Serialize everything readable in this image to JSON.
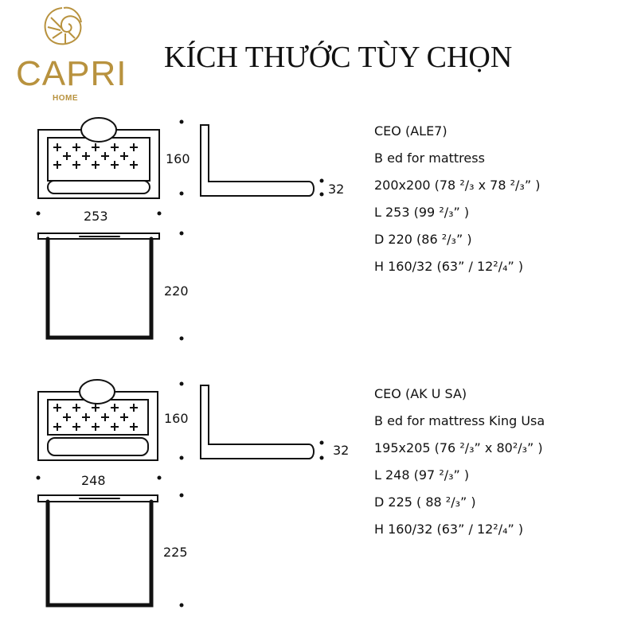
{
  "brand": {
    "name": "CAPRI",
    "sub": "HOME",
    "color": "#b8923e"
  },
  "title": "KÍCH THƯỚC TÙY CHỌN",
  "models": [
    {
      "dims": {
        "height": "160",
        "thickness": "32",
        "width": "253",
        "depth": "220"
      },
      "spec_lines": [
        "CEO (ALE7)",
        "B ed for mattress",
        "200x200     (78 ²/₃ x 78 ²/₃” )",
        "L  253    (99 ²/₃” )",
        "D 220    (86 ²/₃” )",
        "H 160/32      (63”  / 12²/₄” )"
      ]
    },
    {
      "dims": {
        "height": "160",
        "thickness": "32",
        "width": "248",
        "depth": "225"
      },
      "spec_lines": [
        "CEO (AK     U SA)",
        "B ed for mattress King Usa",
        "195x205      (76 ²/₃”   x 80²/₃” )",
        "L  248    (97 ²/₃” )",
        "D 225 (    88 ²/₃” )",
        "H 160/32      (63”   / 12²/₄” )"
      ]
    }
  ]
}
